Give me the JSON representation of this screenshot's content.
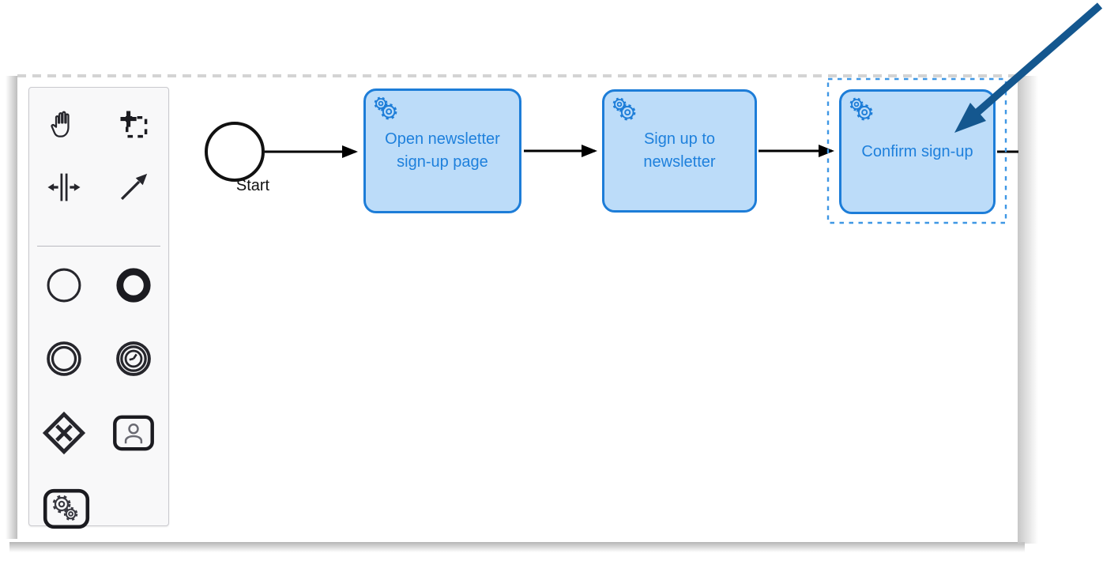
{
  "palette": {
    "items": [
      {
        "icon": "hand-tool-icon"
      },
      {
        "icon": "lasso-tool-icon"
      },
      {
        "icon": "space-tool-icon"
      },
      {
        "icon": "global-connect-icon"
      },
      {
        "icon": "start-event-icon"
      },
      {
        "icon": "end-event-icon"
      },
      {
        "icon": "intermediate-event-icon"
      },
      {
        "icon": "timer-event-icon"
      },
      {
        "icon": "gateway-icon"
      },
      {
        "icon": "user-task-icon"
      },
      {
        "icon": "service-task-icon"
      }
    ]
  },
  "diagram": {
    "start_event": {
      "label": "Start"
    },
    "tasks": [
      {
        "label": "Open newsletter\nsign-up page",
        "type": "service-task",
        "selected": false
      },
      {
        "label": "Sign up to\nnewsletter",
        "type": "service-task",
        "selected": false
      },
      {
        "label": "Confirm sign-up",
        "type": "service-task",
        "selected": true
      }
    ],
    "sequence_flow_count": 4
  },
  "annotation": {
    "icon": "big-arrow-icon",
    "points_to_task": "Confirm sign-up"
  },
  "colors": {
    "task_fill": "#bcdcf9",
    "task_stroke": "#1d7dd8",
    "task_label": "#1e80dc",
    "selection_stroke": "#3f97e4",
    "flow_stroke": "#000000",
    "annotation_arrow": "#14578f",
    "palette_icon": "#26262c"
  }
}
